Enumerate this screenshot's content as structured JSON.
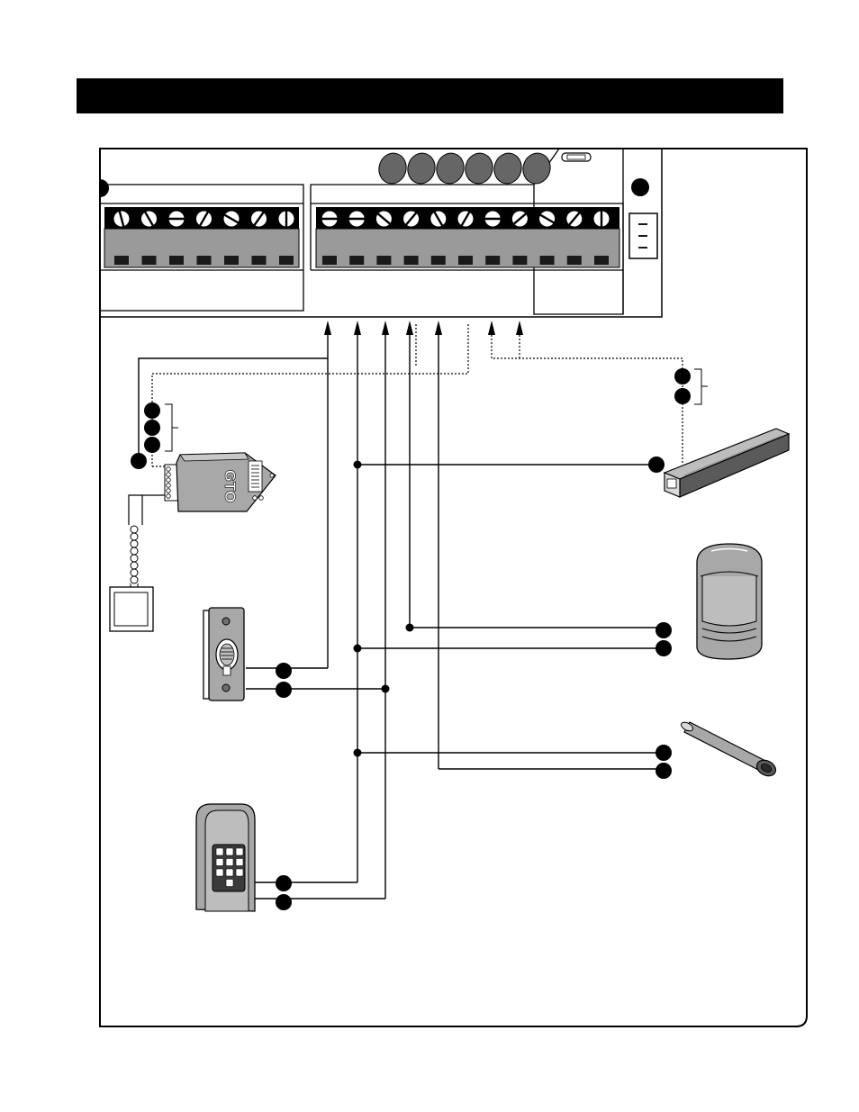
{
  "header": {
    "title": ""
  },
  "control_box": {
    "leds": 6,
    "left_terminal_count": 7,
    "right_terminal_count": 11
  },
  "colors": {
    "ink": "#000000",
    "device_gray": "#a8a8a8",
    "device_dark": "#6e6e6e",
    "terminal_body": "#9a9a9a"
  },
  "devices": {
    "receiver": {
      "label": "GTO",
      "icon": "receiver-module-icon"
    },
    "push_button": {
      "icon": "push-button-station-icon"
    },
    "keypad": {
      "icon": "keypad-icon"
    },
    "photo_beam": {
      "icon": "photo-beam-sensor-icon"
    },
    "motion_sensor": {
      "icon": "motion-sensor-icon"
    },
    "probe": {
      "icon": "vehicle-probe-icon"
    },
    "antenna": {
      "icon": "antenna-icon"
    }
  }
}
